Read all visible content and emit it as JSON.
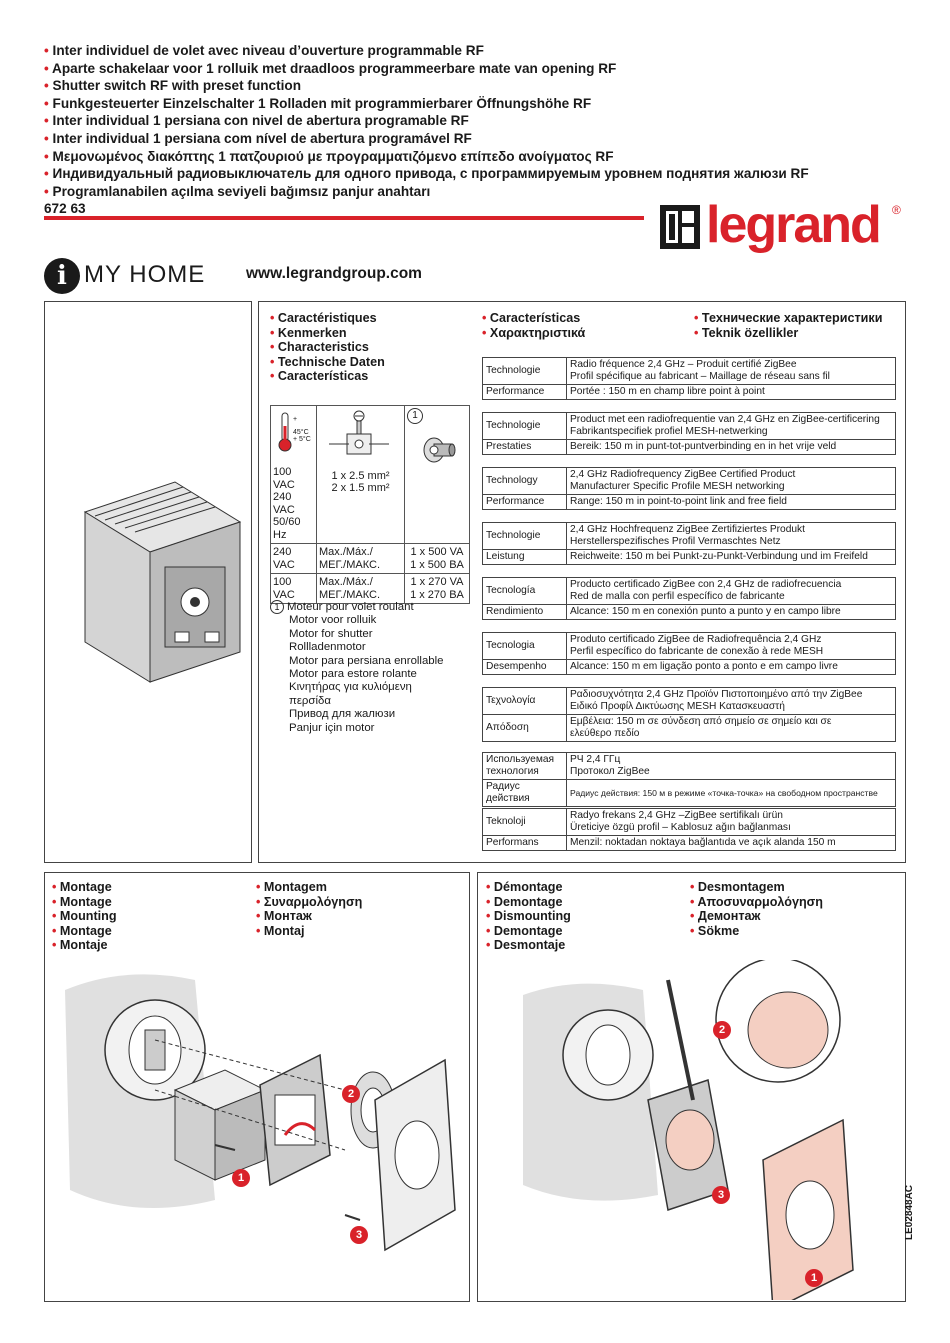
{
  "header": {
    "titles": [
      "Inter individuel de volet avec niveau d’ouverture programmable RF",
      "Aparte schakelaar voor 1 rolluik met draadloos programmeerbare mate van opening RF",
      "Shutter switch RF with preset function",
      "Funkgesteuerter Einzelschalter 1 Rolladen mit programmierbarer Öffnungshöhe RF",
      "Inter individual 1 persiana con nivel de abertura programable RF",
      "Inter individual 1 persiana com nível de abertura programável RF",
      "Μεμονωμένος διακόπτης 1 πατζουριού με προγραμματιζόμενο επίπεδο ανοίγματος RF",
      "Индивидуальный радиовыключатель для одного привода, с программируемым уровнем поднятия жалюзи RF",
      "Programlanabilen açılma seviyeli bağımsız panjur anahtarı"
    ],
    "ref": "672 63",
    "brand": "legrand",
    "brand_reg": "®",
    "myhome_i": "i",
    "myhome": "MY HOME",
    "website": "www.legrandgroup.com",
    "colors": {
      "accent": "#d9222a"
    }
  },
  "characteristics": {
    "headings_col1": [
      "Caractéristiques",
      "Kenmerken",
      "Characteristics",
      "Technische Daten",
      "Características"
    ],
    "headings_col2": [
      "Características",
      "Χαρακτηριστικά"
    ],
    "headings_col3": [
      "Технические характеристики",
      "Teknik özellikler"
    ],
    "temp_max": "+ 45°C",
    "temp_min": "+ 5°C",
    "marker1": "1",
    "supply": [
      "100 VAC",
      "240 VAC",
      "50/60 Hz"
    ],
    "wire": [
      "1 x 2.5 mm²",
      "2 x 1.5 mm²"
    ],
    "rows": [
      {
        "voltage": "240 VAC",
        "label": [
          "Max./Máx./",
          "МЕГ./МАКС."
        ],
        "value": [
          "1 x 500 VA",
          "1 x 500 BA"
        ]
      },
      {
        "voltage": "100 VAC",
        "label": [
          "Max./Máx./",
          "МЕГ./МАКС."
        ],
        "value": [
          "1 x 270 VA",
          "1 x 270 BA"
        ]
      }
    ],
    "motor": [
      "Moteur pour volet roulant",
      "Motor voor rolluik",
      "Motor for shutter",
      "Rollladenmotor",
      "Motor para persiana enrollable",
      "Motor para estore rolante",
      "Κινητήρας για κυλιόμενη",
      "περσίδα",
      "Привод для жалюзи",
      "Panjur için motor"
    ]
  },
  "specs": [
    {
      "rows": [
        {
          "k": "Technologie",
          "v": [
            "Radio fréquence 2,4 GHz – Produit certifié ZigBee",
            "Profil spécifique au fabricant – Maillage de réseau sans fil"
          ]
        },
        {
          "k": "Performance",
          "v": [
            "Portée : 150 m en champ libre point à point"
          ]
        }
      ]
    },
    {
      "rows": [
        {
          "k": "Technologie",
          "v": [
            "Product met een radiofrequentie van 2,4 GHz en ZigBee-certificering",
            "Fabrikantspecifiek profiel MESH-netwerking"
          ]
        },
        {
          "k": "Prestaties",
          "v": [
            "Bereik: 150 m in punt-tot-puntverbinding en in het vrije veld"
          ]
        }
      ]
    },
    {
      "rows": [
        {
          "k": "Technology",
          "v": [
            "2,4 GHz Radiofrequency ZigBee Certified Product",
            "Manufacturer Specific  Profile MESH networking"
          ]
        },
        {
          "k": "Performance",
          "v": [
            "Range: 150 m in point-to-point link and free field"
          ]
        }
      ]
    },
    {
      "rows": [
        {
          "k": "Technologie",
          "v": [
            "2,4 GHz Hochfrequenz ZigBee Zertifiziertes Produkt",
            "Herstellerspezifisches Profil Vermaschtes Netz"
          ]
        },
        {
          "k": "Leistung",
          "v": [
            "Reichweite: 150 m bei Punkt-zu-Punkt-Verbindung und im Freifeld"
          ]
        }
      ]
    },
    {
      "rows": [
        {
          "k": "Tecnología",
          "v": [
            "Producto certificado ZigBee con 2,4 GHz de radiofrecuencia",
            "Red de malla con perfil específico de fabricante"
          ]
        },
        {
          "k": "Rendimiento",
          "v": [
            "Alcance: 150 m en conexión punto a punto y en campo libre"
          ]
        }
      ]
    },
    {
      "rows": [
        {
          "k": "Tecnologia",
          "v": [
            "Produto certificado ZigBee de Radiofrequência 2,4 GHz",
            "Perfil específico do fabricante de conexão à rede MESH"
          ]
        },
        {
          "k": "Desempenho",
          "v": [
            "Alcance: 150 m em ligação ponto a ponto e em campo livre"
          ]
        }
      ]
    },
    {
      "rows": [
        {
          "k": "Τεχνολογία",
          "v": [
            "Ραδιοσυχνότητα 2,4 GHz Προϊόν Πιστοποιημένο από την ZigBee",
            "Ειδικό Προφίλ Δικτύωσης MESH Κατασκευαστή"
          ]
        },
        {
          "k": "Απόδοση",
          "v": [
            "Εμβέλεια: 150 m σε σύνδεση από σημείο σε σημείο και σε",
            "ελεύθερο πεδίο"
          ]
        }
      ]
    },
    {
      "rows": [
        {
          "k": "Используемая технология",
          "v": [
            "РЧ 2,4 ГГц",
            "Протокол ZigBee"
          ]
        },
        {
          "k": "Радиус действия",
          "v": [
            "Радиус действия: 150 м в режиме «точка-точка» на свободном пространстве"
          ]
        }
      ]
    },
    {
      "rows": [
        {
          "k": "Teknoloji",
          "v": [
            "Radyo frekans 2,4 GHz –ZigBee sertifikalı ürün",
            "Üreticiye özgü profil – Kablosuz ağın bağlanması"
          ]
        },
        {
          "k": "Performans",
          "v": [
            "Menzil: noktadan noktaya bağlantıda ve açık alanda 150 m"
          ]
        }
      ]
    }
  ],
  "mounting": {
    "col1": [
      "Montage",
      "Montage",
      "Mounting",
      "Montage",
      "Montaje"
    ],
    "col2": [
      "Montagem",
      "Συναρμολόγηση",
      "Монтаж",
      "Montaj"
    ],
    "steps": [
      "1",
      "2",
      "3"
    ]
  },
  "dismounting": {
    "col1": [
      "Démontage",
      "Demontage",
      "Dismounting",
      "Demontage",
      "Desmontaje"
    ],
    "col2": [
      "Desmontagem",
      "Αποσυναρμολόγηση",
      "Демонтаж",
      "Sökme"
    ],
    "steps": [
      "2",
      "3",
      "1"
    ]
  },
  "doc_code": "LE02848AC"
}
